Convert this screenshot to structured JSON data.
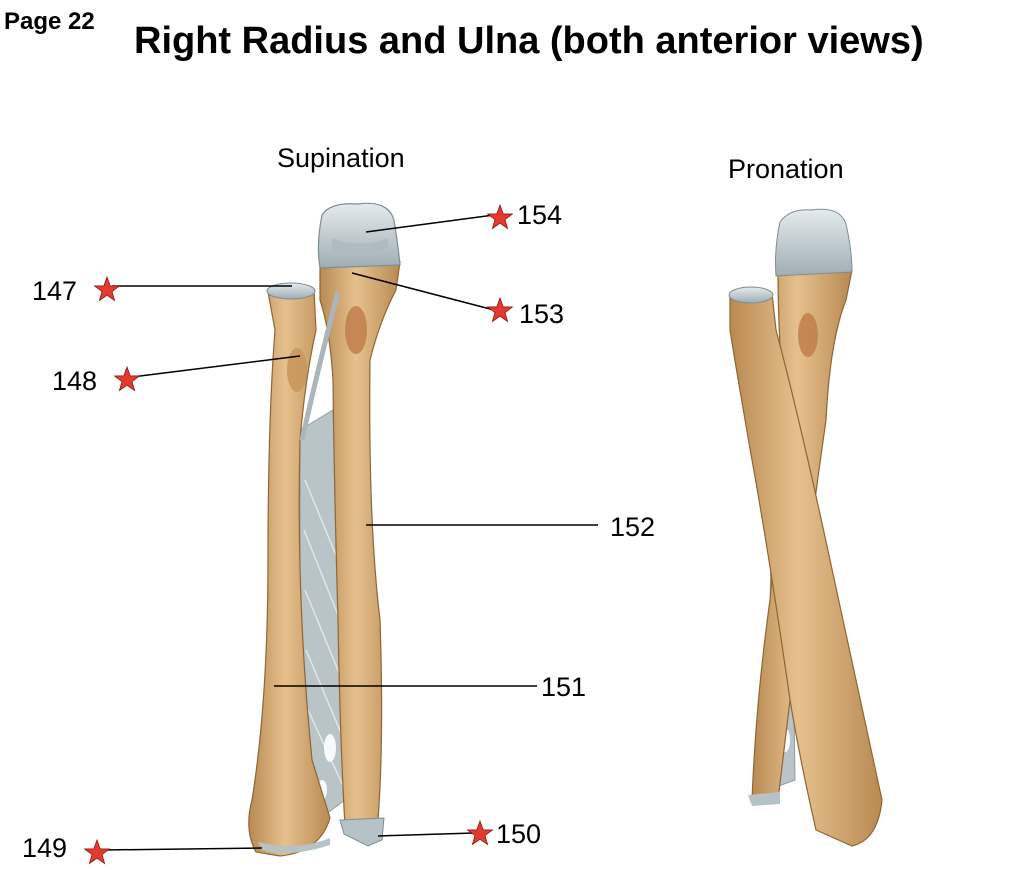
{
  "header": {
    "page_label": "Page 22",
    "title": "Right Radius and Ulna (both anterior views)"
  },
  "views": {
    "supination": "Supination",
    "pronation": "Pronation"
  },
  "labels": [
    {
      "number": "147",
      "starred": true
    },
    {
      "number": "148",
      "starred": true
    },
    {
      "number": "149",
      "starred": true
    },
    {
      "number": "150",
      "starred": true
    },
    {
      "number": "151",
      "starred": false
    },
    {
      "number": "152",
      "starred": false
    },
    {
      "number": "153",
      "starred": true
    },
    {
      "number": "154",
      "starred": true
    }
  ],
  "colors": {
    "bone": "#d9b07a",
    "bone_shadow": "#b98a52",
    "cartilage": "#c9d3d6",
    "membrane": "#b9c4c9",
    "star": "#e53a2e",
    "leader_line": "#000000"
  }
}
